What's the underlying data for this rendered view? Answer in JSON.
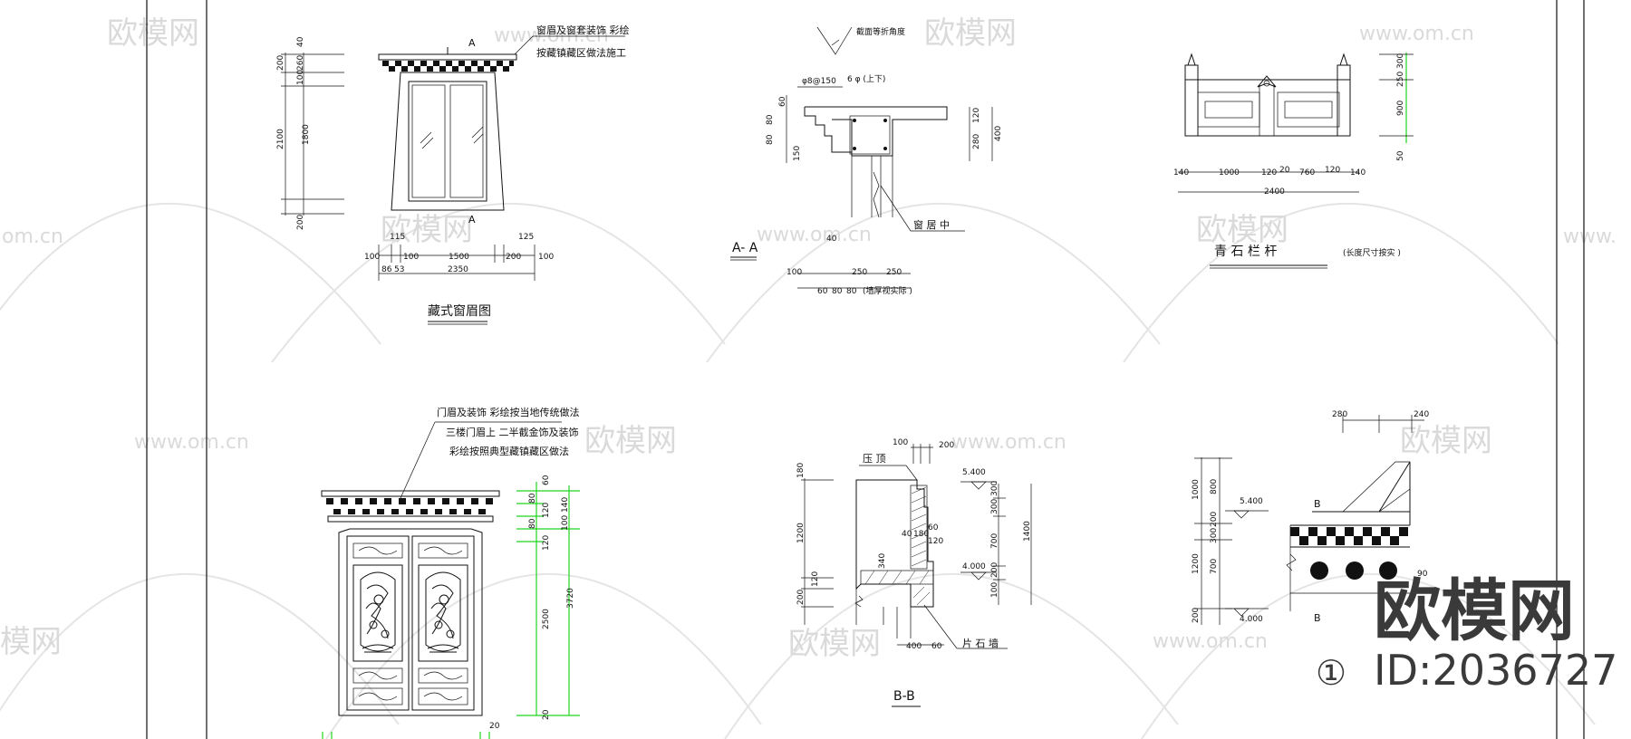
{
  "watermarks": {
    "brand_cn": "欧模网",
    "site_full": "www.om.cn",
    "site_left": "om.cn",
    "site_right": "www.",
    "brand_left": "模网"
  },
  "panel_window": {
    "note_line1": "窗眉及窗套装饰 彩绘",
    "note_line2": "按藏镇藏区做法施工",
    "section_mark": "A",
    "dims_left": [
      "40",
      "200",
      "260",
      "100",
      "1800",
      "2100",
      "200"
    ],
    "dims_bottom_top": [
      "115",
      "100",
      "1500",
      "200",
      "125",
      "100"
    ],
    "dims_bottom_row2": [
      "86",
      "53"
    ],
    "dims_bottom_total": "2350",
    "caption": "藏式窗眉图"
  },
  "panel_section_aa": {
    "top_note": "截面等折角度",
    "rebar1": "φ8@150",
    "rebar2": "6 φ (上下)",
    "dims_left": [
      "60",
      "80",
      "80",
      "150"
    ],
    "dims_right": [
      "120",
      "280",
      "400"
    ],
    "pointer_label": "窗 居 中",
    "mark_40": "40",
    "dims_bottom": [
      "100",
      "250",
      "250"
    ],
    "dims_bottom_row2": [
      "60",
      "80",
      "80"
    ],
    "wall_note": "(墙厚视实际 )",
    "caption": "A- A"
  },
  "panel_railing": {
    "dims_right": [
      "300",
      "250",
      "900",
      "50"
    ],
    "dims_bottom": [
      "140",
      "1000",
      "120",
      "20",
      "760",
      "120",
      "140"
    ],
    "dims_total": "2400",
    "caption": "青 石 栏 杆",
    "caption_note": "(长度尺寸按实 )"
  },
  "panel_door": {
    "note_line1": "门眉及装饰 彩绘按当地传统做法",
    "note_line2": "三楼门眉上 二半截金饰及装饰",
    "note_line3": "彩绘按照典型藏镇藏区做法",
    "dims_green_right": [
      "60",
      "80",
      "120",
      "140",
      "80",
      "100",
      "120",
      "2500",
      "3720",
      "20"
    ],
    "dims_bottom": [
      "20"
    ]
  },
  "panel_section_bb": {
    "label_top": "压 顶",
    "dims_top": [
      "100",
      "200"
    ],
    "levels": [
      "5.400",
      "4.000"
    ],
    "dims_left": [
      "180",
      "1200",
      "120",
      "200"
    ],
    "dims_inner": [
      "40",
      "180",
      "120",
      "60",
      "340"
    ],
    "dims_right": [
      "300",
      "300",
      "700",
      "200",
      "1400",
      "100"
    ],
    "dims_bottom": [
      "400",
      "60"
    ],
    "pointer_label": "片 石 墙",
    "caption": "B-B"
  },
  "panel_eave": {
    "dims_top": [
      "280",
      "240"
    ],
    "levels": [
      "5.400",
      "4.000"
    ],
    "dims_left": [
      "1000",
      "800",
      "200",
      "300",
      "700",
      "1200",
      "200"
    ],
    "mark_b": "B",
    "dim_right": "90"
  },
  "brand_block": {
    "logo_text": "欧模网",
    "circled": "①",
    "id_text": "ID:2036727"
  }
}
